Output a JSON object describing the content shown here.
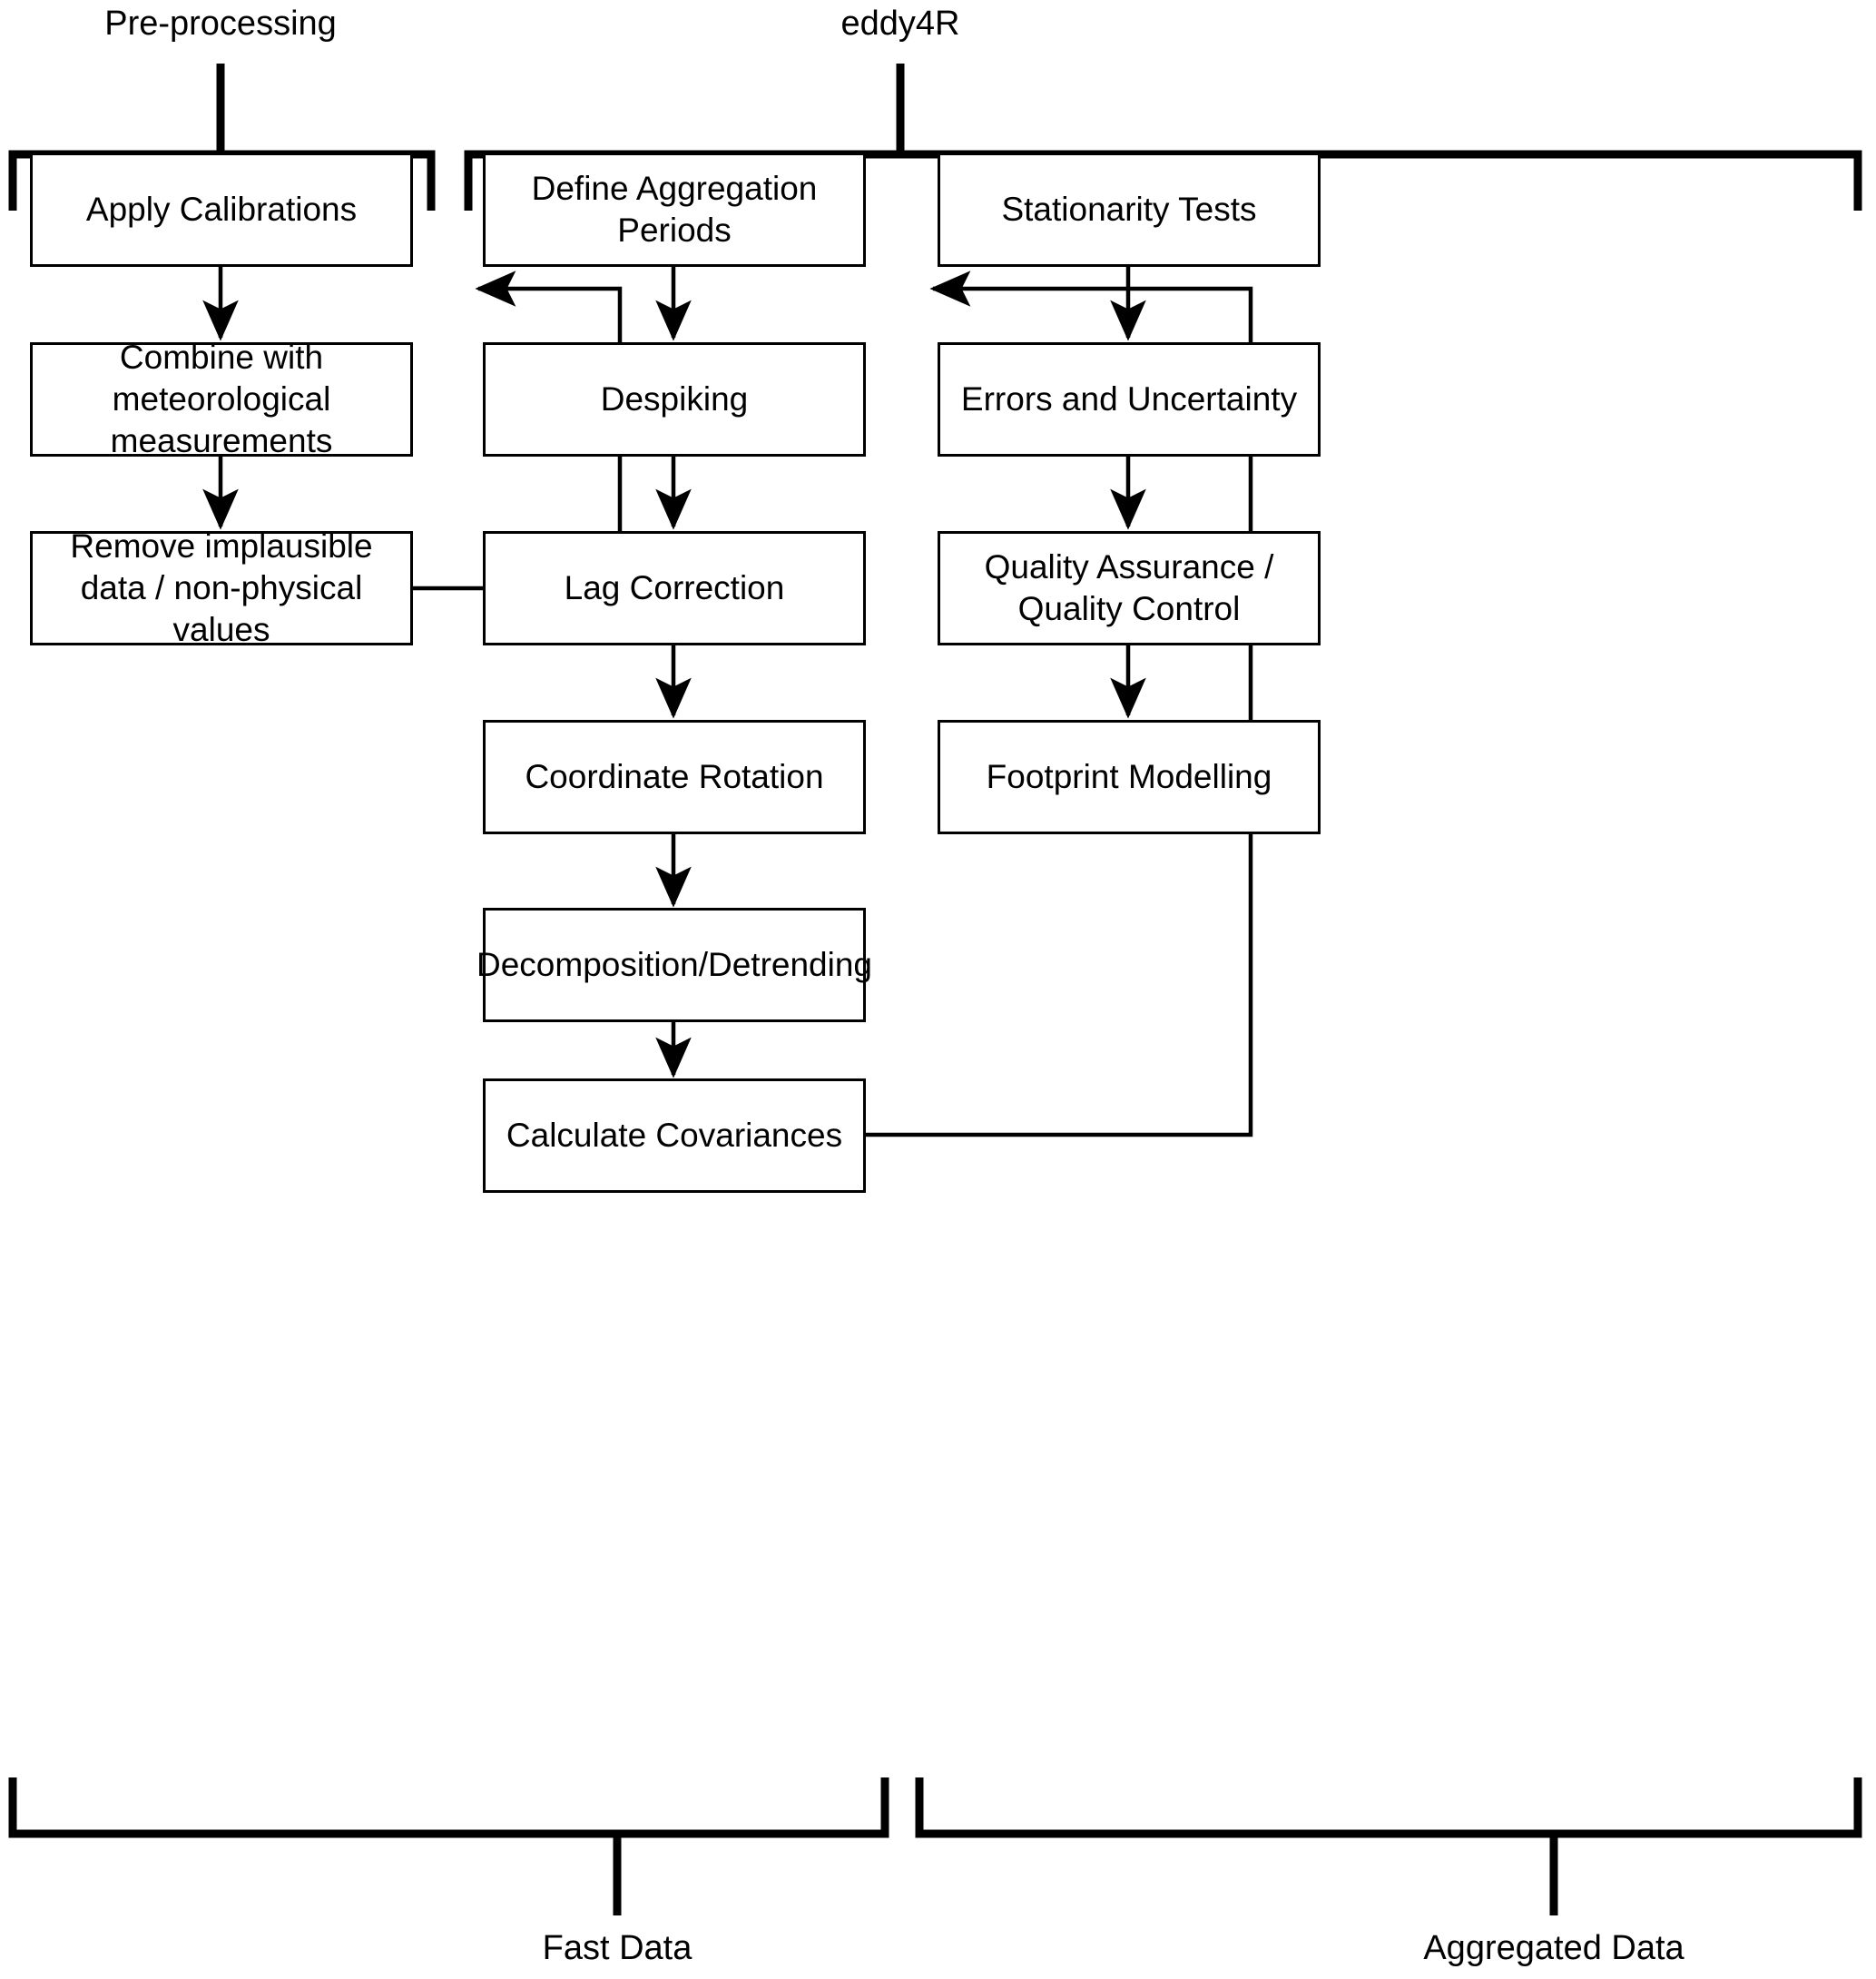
{
  "diagram": {
    "title_groups": {
      "top_left": "Pre-processing",
      "top_right": "eddy4R",
      "bottom_left": "Fast Data",
      "bottom_right": "Aggregated Data"
    },
    "columns": [
      {
        "id": "pre-processing",
        "group": "Pre-processing",
        "nodes": [
          {
            "id": "apply-calibrations",
            "label": "Apply Calibrations"
          },
          {
            "id": "combine-met",
            "label": "Combine with meteorological measurements"
          },
          {
            "id": "remove-implausible",
            "label": "Remove implausible data / non-physical values"
          }
        ]
      },
      {
        "id": "fast-data-processing",
        "group": "eddy4R",
        "nodes": [
          {
            "id": "define-aggregation-periods",
            "label": "Define Aggregation Periods"
          },
          {
            "id": "despiking",
            "label": "Despiking"
          },
          {
            "id": "lag-correction",
            "label": "Lag Correction"
          },
          {
            "id": "coordinate-rotation",
            "label": "Coordinate Rotation"
          },
          {
            "id": "decomposition-detrending",
            "label": "Decomposition/Detrending"
          },
          {
            "id": "calculate-covariances",
            "label": "Calculate Covariances"
          }
        ]
      },
      {
        "id": "aggregated-data-processing",
        "group": "eddy4R",
        "nodes": [
          {
            "id": "stationarity-tests",
            "label": "Stationarity Tests"
          },
          {
            "id": "errors-uncertainty",
            "label": "Errors and Uncertainty"
          },
          {
            "id": "qa-qc",
            "label": "Quality Assurance / Quality Control"
          },
          {
            "id": "footprint-modelling",
            "label": "Footprint Modelling"
          }
        ]
      }
    ],
    "edges": [
      {
        "from": "apply-calibrations",
        "to": "combine-met",
        "kind": "arrow-down"
      },
      {
        "from": "combine-met",
        "to": "remove-implausible",
        "kind": "arrow-down"
      },
      {
        "from": "remove-implausible",
        "to": "define-aggregation-periods",
        "kind": "elbow-right"
      },
      {
        "from": "define-aggregation-periods",
        "to": "despiking",
        "kind": "arrow-down"
      },
      {
        "from": "despiking",
        "to": "lag-correction",
        "kind": "arrow-down"
      },
      {
        "from": "lag-correction",
        "to": "coordinate-rotation",
        "kind": "arrow-down"
      },
      {
        "from": "coordinate-rotation",
        "to": "decomposition-detrending",
        "kind": "arrow-down"
      },
      {
        "from": "decomposition-detrending",
        "to": "calculate-covariances",
        "kind": "arrow-down"
      },
      {
        "from": "calculate-covariances",
        "to": "stationarity-tests",
        "kind": "elbow-right"
      },
      {
        "from": "stationarity-tests",
        "to": "errors-uncertainty",
        "kind": "arrow-down"
      },
      {
        "from": "errors-uncertainty",
        "to": "qa-qc",
        "kind": "arrow-down"
      },
      {
        "from": "qa-qc",
        "to": "footprint-modelling",
        "kind": "arrow-down"
      }
    ],
    "colors": {
      "stroke": "#000000",
      "fill": "#ffffff",
      "text": "#000000"
    }
  }
}
